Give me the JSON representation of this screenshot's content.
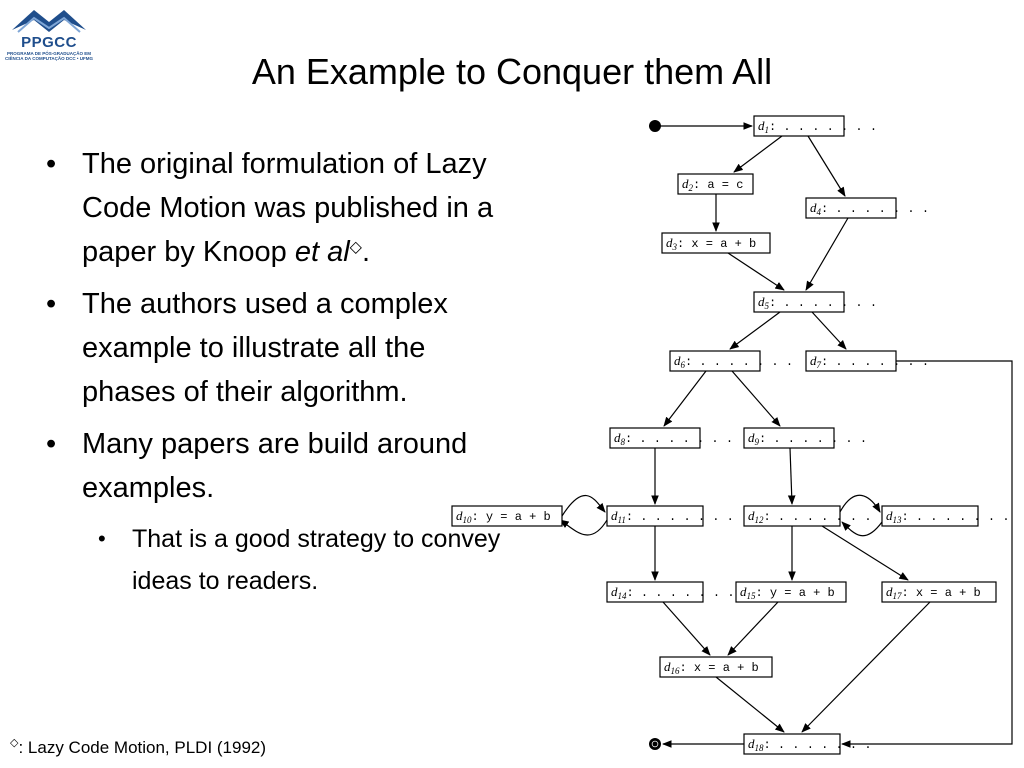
{
  "logo": {
    "text": "PPGCC",
    "subtext": "PROGRAMA DE PÓS-GRADUAÇÃO EM CIÊNCIA DA COMPUTAÇÃO DCC • UFMG",
    "color": "#1f4e8c"
  },
  "title": "An Example to Conquer them All",
  "bullets": [
    {
      "pre": "The original formulation of Lazy Code Motion was published in a paper by Knoop ",
      "em": "et al",
      "post": "."
    },
    {
      "text": "The authors used a complex example to illustrate all the phases of their algorithm."
    },
    {
      "text": "Many papers are build around examples."
    }
  ],
  "sub_bullet": "That is a good strategy to convey ideas to readers.",
  "bullet_glyph": "•",
  "diamond": "◇",
  "footnote": ": Lazy Code Motion, PLDI (1992)",
  "cfg": {
    "nodes": [
      {
        "id": "1",
        "label": "d",
        "sub": "1",
        "text": ": . . . . . . ."
      },
      {
        "id": "2",
        "label": "d",
        "sub": "2",
        "text": ": a = c"
      },
      {
        "id": "3",
        "label": "d",
        "sub": "3",
        "text": ": x = a + b"
      },
      {
        "id": "4",
        "label": "d",
        "sub": "4",
        "text": ": . . . . . . ."
      },
      {
        "id": "5",
        "label": "d",
        "sub": "5",
        "text": ": . . . . . . ."
      },
      {
        "id": "6",
        "label": "d",
        "sub": "6",
        "text": ": . . . . . . ."
      },
      {
        "id": "7",
        "label": "d",
        "sub": "7",
        "text": ": . . . . . . ."
      },
      {
        "id": "8",
        "label": "d",
        "sub": "8",
        "text": ": . . . . . . ."
      },
      {
        "id": "9",
        "label": "d",
        "sub": "9",
        "text": ": . . . . . . ."
      },
      {
        "id": "10",
        "label": "d",
        "sub": "10",
        "text": ": y = a + b"
      },
      {
        "id": "11",
        "label": "d",
        "sub": "11",
        "text": ": . . . . . . ."
      },
      {
        "id": "12",
        "label": "d",
        "sub": "12",
        "text": ": . . . . . . ."
      },
      {
        "id": "13",
        "label": "d",
        "sub": "13",
        "text": ": . . . . . . ."
      },
      {
        "id": "14",
        "label": "d",
        "sub": "14",
        "text": ": . . . . . . ."
      },
      {
        "id": "15",
        "label": "d",
        "sub": "15",
        "text": ": y = a + b"
      },
      {
        "id": "16",
        "label": "d",
        "sub": "16",
        "text": ": x = a + b"
      },
      {
        "id": "17",
        "label": "d",
        "sub": "17",
        "text": ": x = a + b"
      },
      {
        "id": "18",
        "label": "d",
        "sub": "18",
        "text": ": . . . . . . ."
      }
    ]
  }
}
